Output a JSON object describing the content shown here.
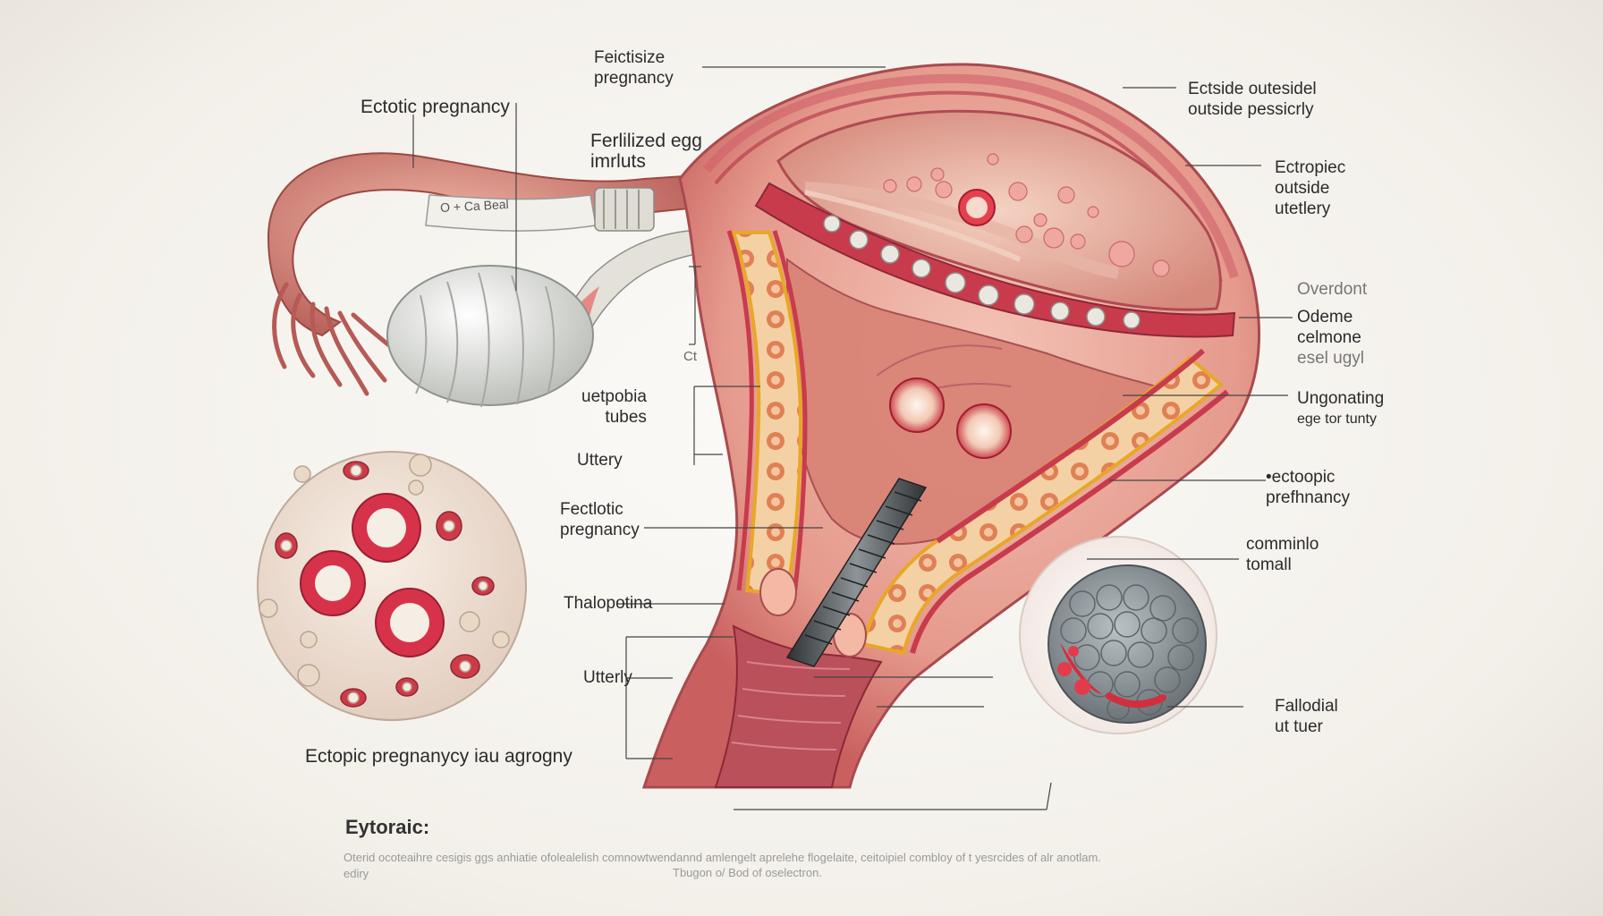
{
  "labels": {
    "fertilize_pregnancy": [
      "Feictisize",
      "pregnancy"
    ],
    "ectopic_pregnancy_top": "Ectotic pregnancy",
    "fertilized_egg": [
      "Ferlilized egg",
      "imrluts"
    ],
    "ectside": [
      "Ectside  outesidel",
      "outside pessicrly"
    ],
    "ectropic_outside": [
      "Ectropiec",
      "outside",
      "utetlery"
    ],
    "overdont": "Overdont",
    "odeme": [
      "Odeme",
      "celmone",
      "esel ugyl"
    ],
    "tube_band": "O +  Ca Beal",
    "ct": "Ct",
    "uetpobia": [
      "uetpobia",
      "tubes"
    ],
    "uttery": "Uttery",
    "ungonating": [
      "Ungonating",
      "ege tor tunty"
    ],
    "fectlotic": [
      "Fectlotic",
      "pregnancy"
    ],
    "ectoopic": [
      "•ectoopic",
      "prefhnancy"
    ],
    "comminlo": [
      "comminlo",
      "tomall"
    ],
    "thalopotina": "Thalopotina",
    "utterly": "Utterly",
    "fallodial": [
      "Fallodial",
      "ut tuer"
    ],
    "bottom_left": "Ectoрic pregnanycy  iau  agrogny"
  },
  "caption": {
    "title": "Eytoraic:",
    "body": "Oterid ocoteaihre cesigis ggs anhiatie ofolealelish comnowtwendannd amlengelt aprelehe flogelaite, ceitoipiel combloy of t yesrcides of alr anotlam.",
    "edge": "ediry",
    "sub": "Tbugon o/ Bod of oselectron."
  },
  "colors": {
    "background": "#f3f0ea",
    "uterus_wall": "#e8a59a",
    "uterus_deep": "#c94a55",
    "lining_yellow": "#f0b42c",
    "tissue_red": "#d0394a",
    "text": "#2b2b2b"
  }
}
